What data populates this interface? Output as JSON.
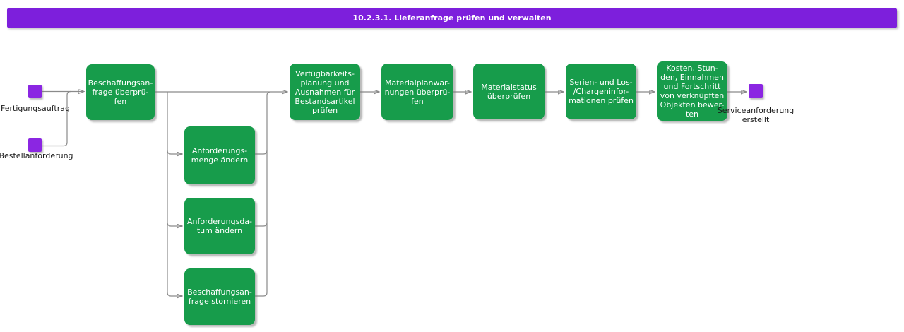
{
  "title_bar": {
    "label": "10.2.3.1. Lieferanfrage prüfen und verwalten"
  },
  "colors": {
    "title_bg": "#7d1fdc",
    "task_bg": "#179c4b",
    "event_bg": "#8b26e2",
    "connector": "#8a8a8a"
  },
  "start_events": [
    {
      "id": "fertigungsauftrag",
      "label": "Fertigungsauftrag"
    },
    {
      "id": "bestellanforderung",
      "label": "Bestellanforderung"
    }
  ],
  "end_event": {
    "id": "serviceanforderung-erstellt",
    "label": "Serviceanforderung\nerstellt"
  },
  "tasks": [
    {
      "id": "beschaffungsanfrage-ueberpruefen",
      "label": "Beschaffungsan-\nfrage überprü-\nfen"
    },
    {
      "id": "anforderungsmenge-aendern",
      "label": "Anforderungs-\nmenge ändern"
    },
    {
      "id": "anforderungsdatum-aendern",
      "label": "Anforderungsda-\ntum ändern"
    },
    {
      "id": "beschaffungsanfrage-stornieren",
      "label": "Beschaffungsan-\nfrage stornieren"
    },
    {
      "id": "verfuegbarkeitsplanung-pruefen",
      "label": "Verfügbarkeits-\nplanung und\nAusnahmen für\nBestandsartikel\nprüfen"
    },
    {
      "id": "materialplanwarnungen-ueberpruefen",
      "label": "Materialplanwar-\nnungen überprü-\nfen"
    },
    {
      "id": "materialstatus-ueberpruefen",
      "label": "Materialstatus\nüberprüfen"
    },
    {
      "id": "serien-los-chargeninformationen-pruefen",
      "label": "Serien- und Los-\n/Chargeninfor-\nmationen prüfen"
    },
    {
      "id": "kosten-stunden-einnahmen-bewerten",
      "label": "Kosten, Stun-\nden, Einnahmen\nund Fortschritt\nvon verknüpften\nObjekten bewer-\nten"
    }
  ],
  "edges": [
    "fertigungsauftrag -> beschaffungsanfrage-ueberpruefen",
    "bestellanforderung -> beschaffungsanfrage-ueberpruefen",
    "beschaffungsanfrage-ueberpruefen -> anforderungsmenge-aendern",
    "beschaffungsanfrage-ueberpruefen -> anforderungsdatum-aendern",
    "beschaffungsanfrage-ueberpruefen -> beschaffungsanfrage-stornieren",
    "beschaffungsanfrage-ueberpruefen -> verfuegbarkeitsplanung-pruefen",
    "anforderungsmenge-aendern -> verfuegbarkeitsplanung-pruefen",
    "anforderungsdatum-aendern -> verfuegbarkeitsplanung-pruefen",
    "beschaffungsanfrage-stornieren -> verfuegbarkeitsplanung-pruefen",
    "verfuegbarkeitsplanung-pruefen -> materialplanwarnungen-ueberpruefen",
    "materialplanwarnungen-ueberpruefen -> materialstatus-ueberpruefen",
    "materialstatus-ueberpruefen -> serien-los-chargeninformationen-pruefen",
    "serien-los-chargeninformationen-pruefen -> kosten-stunden-einnahmen-bewerten",
    "kosten-stunden-einnahmen-bewerten -> serviceanforderung-erstellt"
  ]
}
